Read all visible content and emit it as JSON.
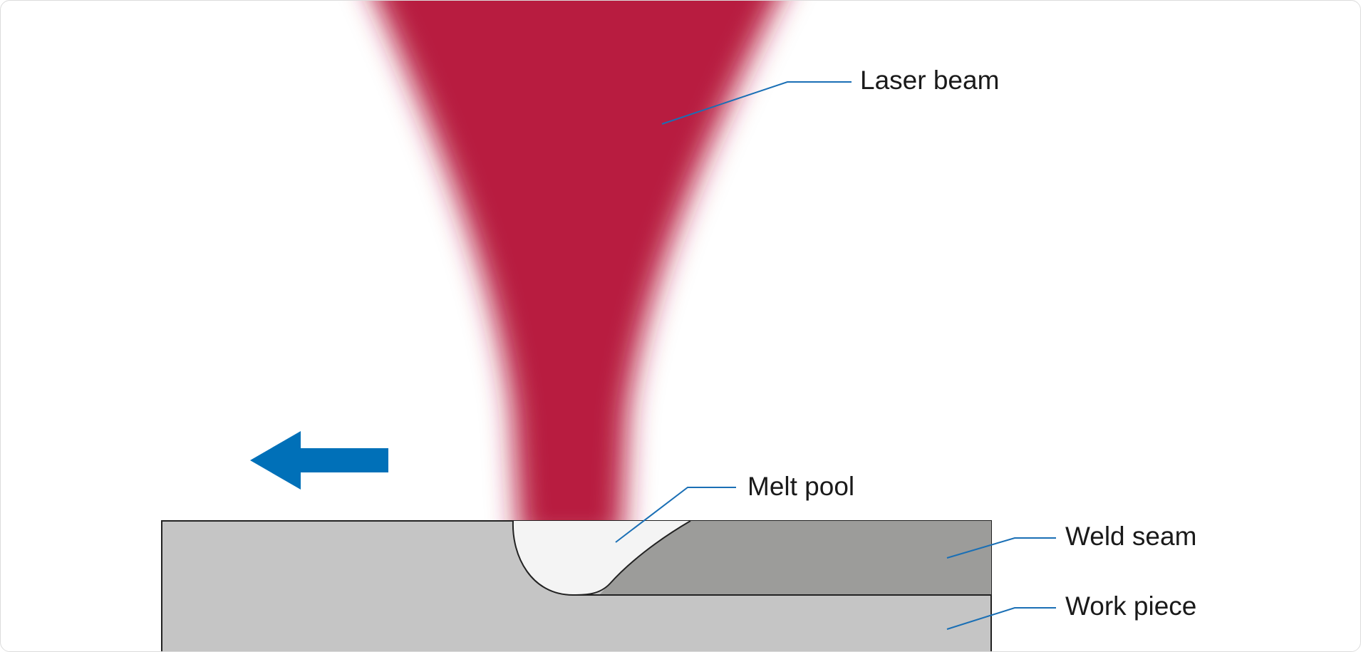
{
  "labels": {
    "laser_beam": "Laser beam",
    "melt_pool": "Melt pool",
    "weld_seam": "Weld seam",
    "work_piece": "Work piece"
  },
  "icons": {
    "direction": "arrow-left-icon"
  },
  "colors": {
    "beam": "#b81c40",
    "arrow": "#0070b8",
    "leader": "#1a6fb5",
    "work_piece": "#c5c5c5",
    "weld_seam": "#9c9c9a",
    "melt_pool": "#f4f4f4",
    "outline": "#222222"
  }
}
